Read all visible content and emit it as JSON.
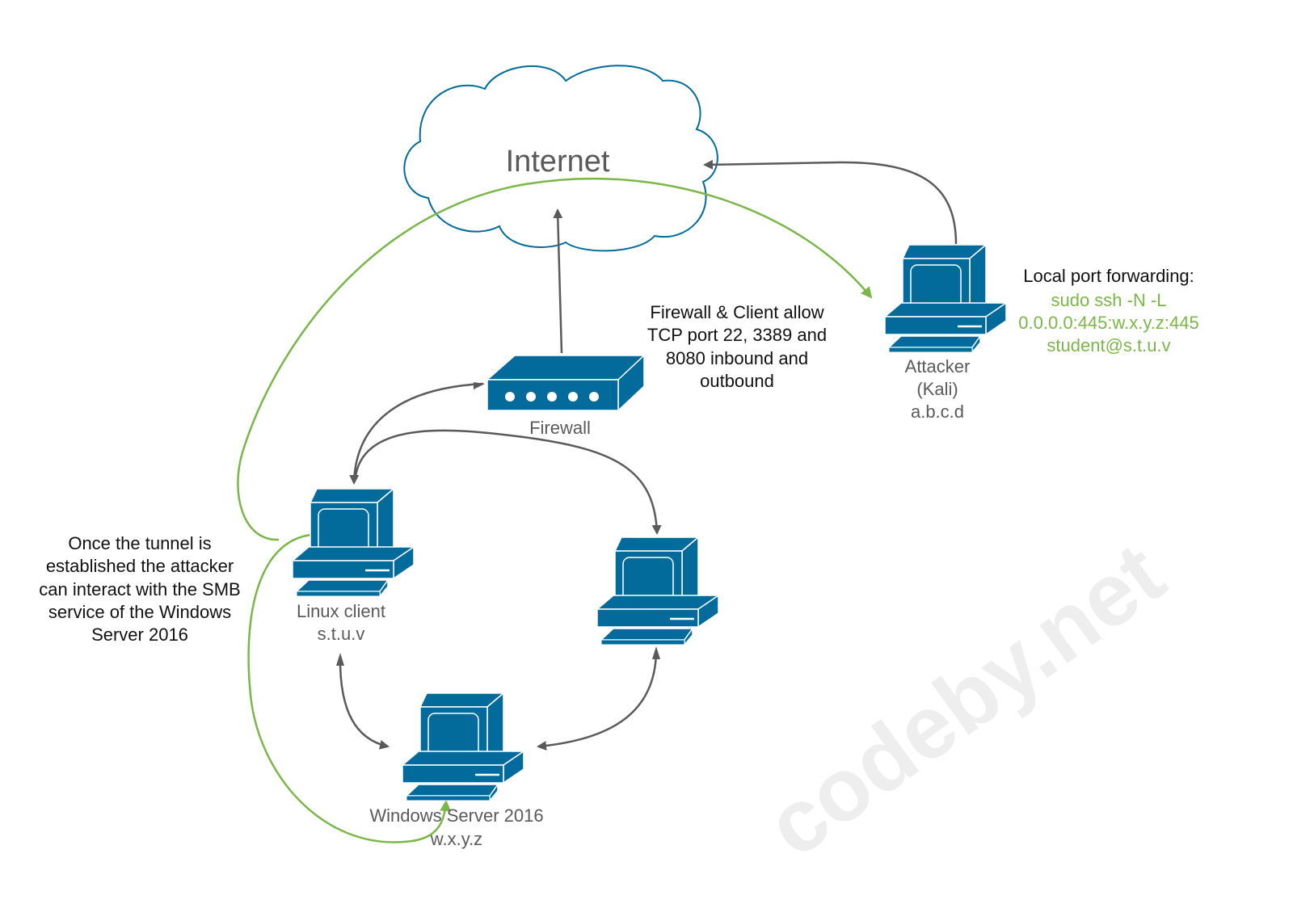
{
  "cloud": {
    "label": "Internet"
  },
  "watermark": "codeby.net",
  "firewall": {
    "label": "Firewall"
  },
  "firewall_note": [
    "Firewall & Client allow",
    "TCP port 22, 3389 and",
    "8080 inbound and",
    "outbound"
  ],
  "attacker": {
    "lines": [
      "Attacker",
      "(Kali)",
      "a.b.c.d"
    ]
  },
  "forwarding": {
    "title": "Local port forwarding:",
    "command": [
      "sudo ssh -N -L",
      "0.0.0.0:445:w.x.y.z:445",
      "student@s.t.u.v"
    ]
  },
  "linux": {
    "lines": [
      "Linux client",
      "s.t.u.v"
    ]
  },
  "windows": {
    "lines": [
      "Windows Server 2016",
      "w.x.y.z"
    ]
  },
  "tunnel_note": [
    "Once the tunnel is",
    "established the attacker",
    "can interact with the SMB",
    "service of the Windows",
    "Server 2016"
  ],
  "colors": {
    "device": "#036a9c",
    "arrow": "#5a5a5a",
    "tunnel": "#7ab648"
  }
}
